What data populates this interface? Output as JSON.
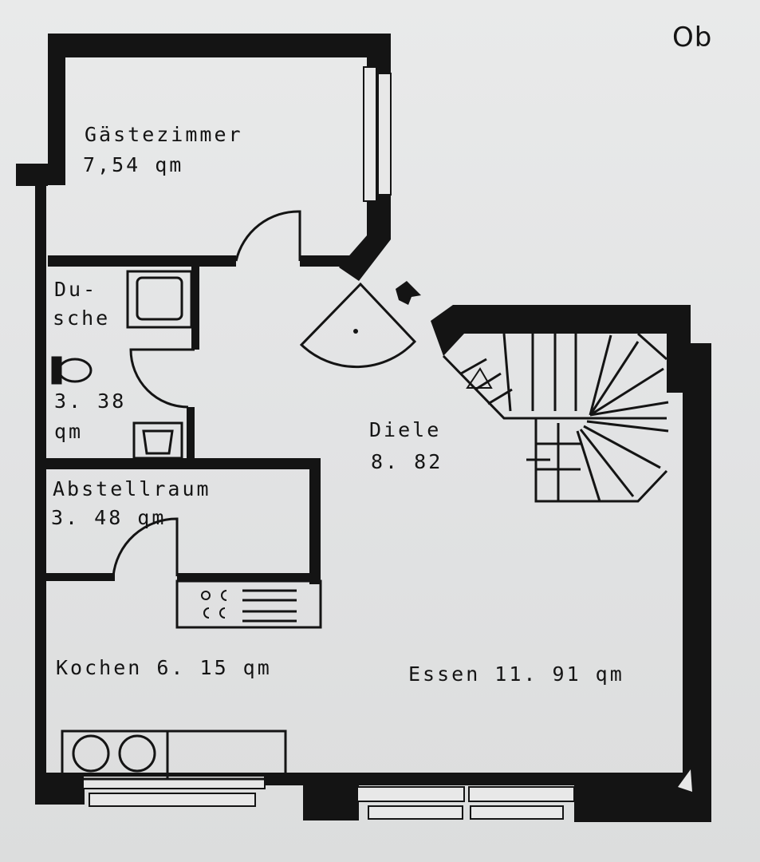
{
  "corner_mark": "Ob",
  "rooms": {
    "gaestezimmer": {
      "name": "Gästezimmer",
      "area": "7,54 qm"
    },
    "dusche": {
      "name_line1": "Du-",
      "name_line2": "sche",
      "area_line1": "3. 38",
      "area_line2": "qm"
    },
    "diele": {
      "name": "Diele",
      "area": "8. 82"
    },
    "abstellraum": {
      "name": "Abstellraum",
      "area": "3. 48 qm"
    },
    "kochen": {
      "label": "Kochen 6. 15 qm"
    },
    "essen": {
      "label": "Essen 11. 91 qm"
    }
  },
  "icons": [
    "entrance-arrow-icon",
    "stove-icon",
    "sink-icon",
    "toilet-icon",
    "washbasin-icon",
    "shower-tray-icon",
    "staircase-icon"
  ],
  "colors": {
    "ink": "#141414",
    "paper": "#e6e7e7"
  }
}
